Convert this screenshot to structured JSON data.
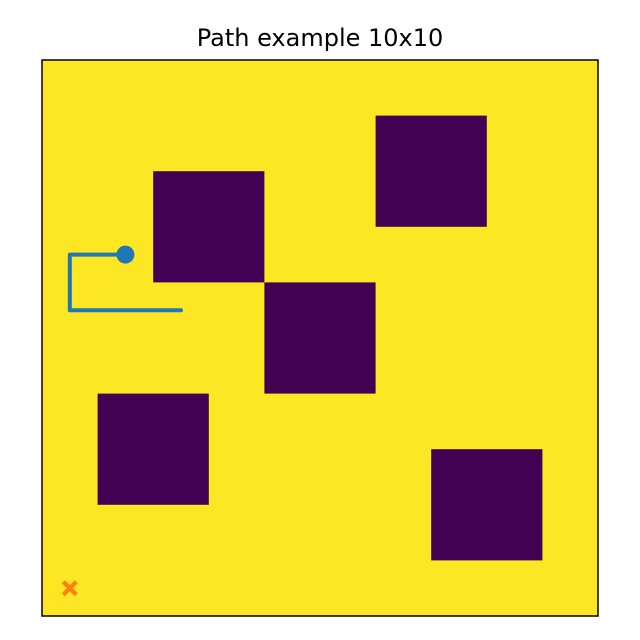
{
  "chart_data": {
    "type": "heatmap",
    "title": "Path example 10x10",
    "grid_size": [
      10,
      10
    ],
    "xlim": [
      -0.5,
      9.5
    ],
    "ylim": [
      9.5,
      -0.5
    ],
    "axis_visible": false,
    "colors": {
      "free": "#fde725",
      "obstacle": "#440154",
      "path": "#1f77b4",
      "goal": "#ff7f0e",
      "frame": "#000000"
    },
    "obstacles": [
      {
        "x0": 1.5,
        "y0": 1.5,
        "x1": 3.5,
        "y1": 3.5
      },
      {
        "x0": 5.5,
        "y0": 0.5,
        "x1": 7.5,
        "y1": 2.5
      },
      {
        "x0": 3.5,
        "y0": 3.5,
        "x1": 5.5,
        "y1": 5.5
      },
      {
        "x0": 0.5,
        "y0": 5.5,
        "x1": 2.5,
        "y1": 7.5
      },
      {
        "x0": 6.5,
        "y0": 6.5,
        "x1": 8.5,
        "y1": 8.5
      }
    ],
    "path": [
      [
        1,
        3
      ],
      [
        0,
        3
      ],
      [
        0,
        4
      ],
      [
        1,
        4
      ],
      [
        2,
        4
      ]
    ],
    "start": [
      1,
      3
    ],
    "goal": [
      0,
      9
    ]
  }
}
